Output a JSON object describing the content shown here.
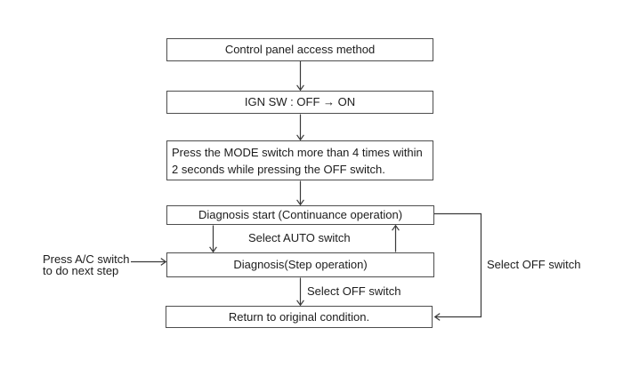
{
  "boxes": [
    {
      "id": "control-panel-access",
      "label": "Control panel access method"
    },
    {
      "id": "ign-sw",
      "label": "IGN SW : OFF → ON"
    },
    {
      "id": "mode-switch-instruction",
      "lines": [
        "Press the MODE switch more than 4 times within",
        "2 seconds while pressing the OFF switch."
      ]
    },
    {
      "id": "diagnosis-start",
      "label": "Diagnosis start (Continuance operation)"
    },
    {
      "id": "diagnosis-step",
      "label": "Diagnosis(Step operation)"
    },
    {
      "id": "return-original",
      "label": "Return to original condition."
    }
  ],
  "labels": {
    "select_auto": "Select AUTO switch",
    "select_off_mid": "Select OFF switch",
    "select_off_right": "Select OFF switch",
    "press_ac_line1": "Press A/C switch",
    "press_ac_line2": "to do next step"
  },
  "colors": {
    "background": "#ffffff",
    "box_border": "#4d4d4d",
    "line": "#3a3a3a",
    "text": "#1c1c1c"
  }
}
